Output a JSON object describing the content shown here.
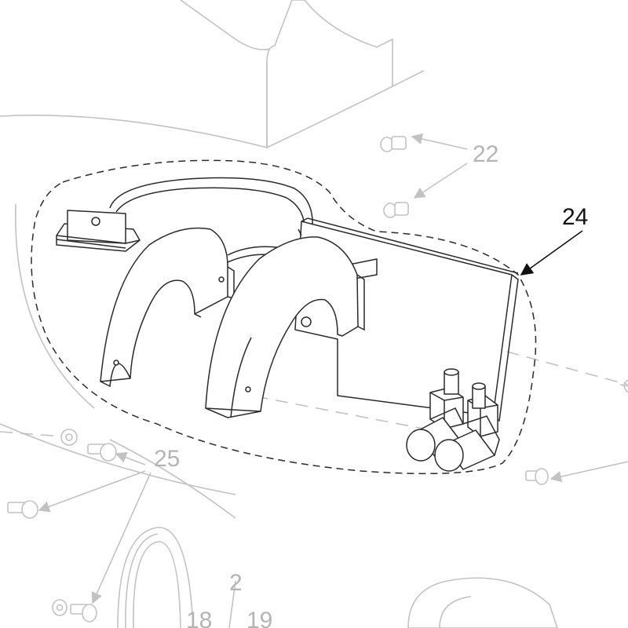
{
  "colors": {
    "faint": "#c2c2c2",
    "faint_text": "#b4b4b4",
    "dark": "#2a2a2a",
    "label_dark": "#111111",
    "background": "#ffffff"
  },
  "callouts": {
    "c22": "22",
    "c24": "24",
    "c25": "25",
    "c2": "2",
    "c18": "18",
    "c19": "19"
  }
}
